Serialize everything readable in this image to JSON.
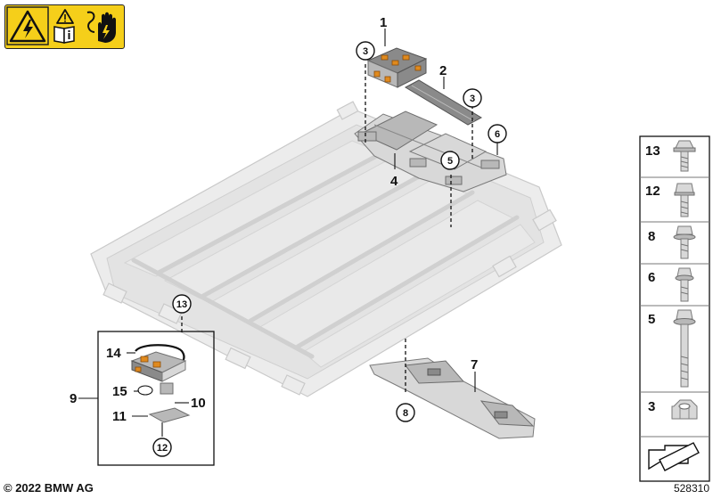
{
  "callouts": {
    "c1": "1",
    "c2": "2",
    "c3a": "3",
    "c3b": "3",
    "c4": "4",
    "c5": "5",
    "c6": "6",
    "c7": "7",
    "c8": "8",
    "c9": "9",
    "c10": "10",
    "c11": "11",
    "c12": "12",
    "c13": "13",
    "c14": "14",
    "c15": "15"
  },
  "fastener_legend": [
    {
      "number": "13",
      "icon": "flange-bolt-icon"
    },
    {
      "number": "12",
      "icon": "hex-bolt-icon"
    },
    {
      "number": "8",
      "icon": "hex-bolt-washer-icon"
    },
    {
      "number": "6",
      "icon": "hex-bolt-small-icon"
    },
    {
      "number": "5",
      "icon": "long-hex-bolt-icon"
    },
    {
      "number": "3",
      "icon": "hex-nut-icon"
    }
  ],
  "warning_panel": {
    "icons": [
      "high-voltage-warning-icon",
      "read-manual-warning-icon",
      "electrical-gloves-icon"
    ],
    "color": "#f5cf1a"
  },
  "footer": {
    "copyright": "© 2022 BMW AG",
    "document_number": "528310"
  }
}
